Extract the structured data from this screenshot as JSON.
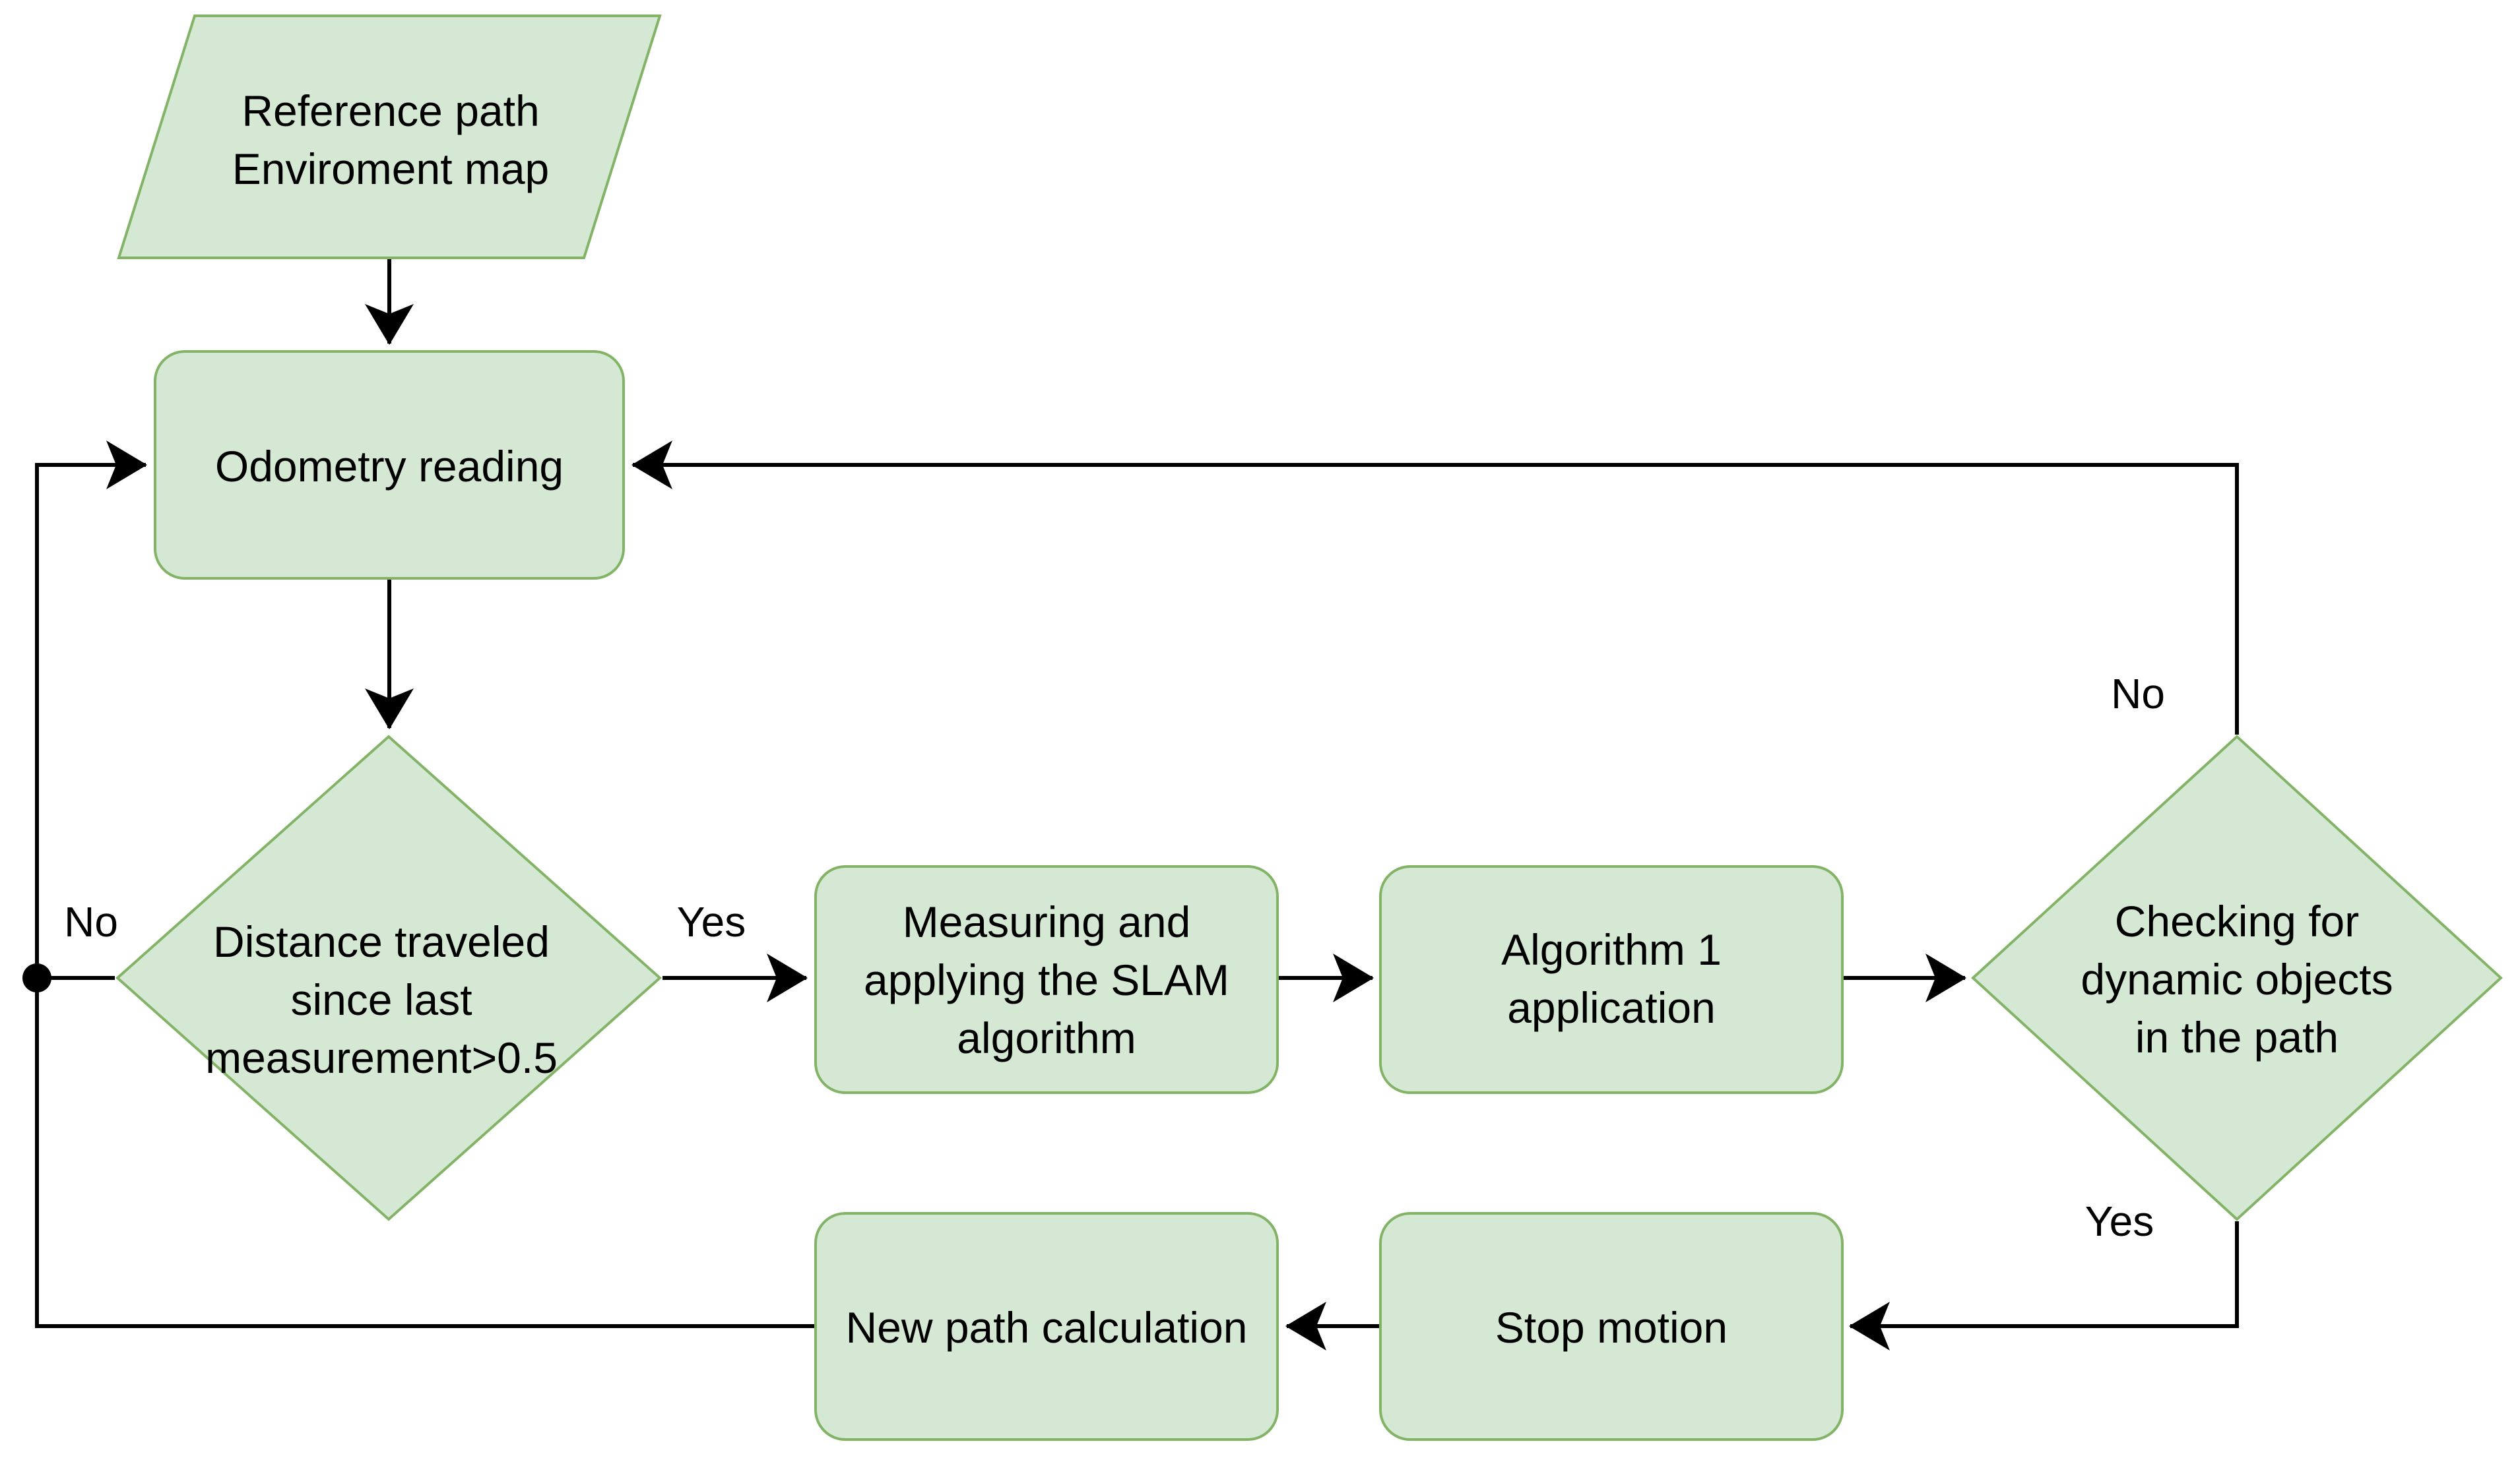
{
  "diagram": {
    "type": "flowchart",
    "colors": {
      "background": "#ffffff",
      "node_fill": "#d5e8d4",
      "node_stroke": "#82b366",
      "line": "#000000",
      "text": "#000000"
    },
    "nodes": {
      "input": {
        "shape": "parallelogram",
        "lines": [
          "Reference path",
          "Enviroment map"
        ]
      },
      "odometry": {
        "shape": "rounded-rect",
        "lines": [
          "Odometry reading"
        ]
      },
      "distance_check": {
        "shape": "diamond",
        "lines": [
          "Distance traveled",
          "since last",
          "measurement>0.5"
        ]
      },
      "slam": {
        "shape": "rounded-rect",
        "lines": [
          "Measuring and",
          "applying the SLAM",
          "algorithm"
        ]
      },
      "algorithm1": {
        "shape": "rounded-rect",
        "lines": [
          "Algorithm 1",
          "application"
        ]
      },
      "dynamic_check": {
        "shape": "diamond",
        "lines": [
          "Checking for",
          "dynamic objects",
          "in the path"
        ]
      },
      "stop_motion": {
        "shape": "rounded-rect",
        "lines": [
          "Stop motion"
        ]
      },
      "new_path": {
        "shape": "rounded-rect",
        "lines": [
          "New path calculation"
        ]
      }
    },
    "edge_labels": {
      "distance_no": "No",
      "distance_yes": "Yes",
      "dynamic_no": "No",
      "dynamic_yes": "Yes"
    }
  }
}
